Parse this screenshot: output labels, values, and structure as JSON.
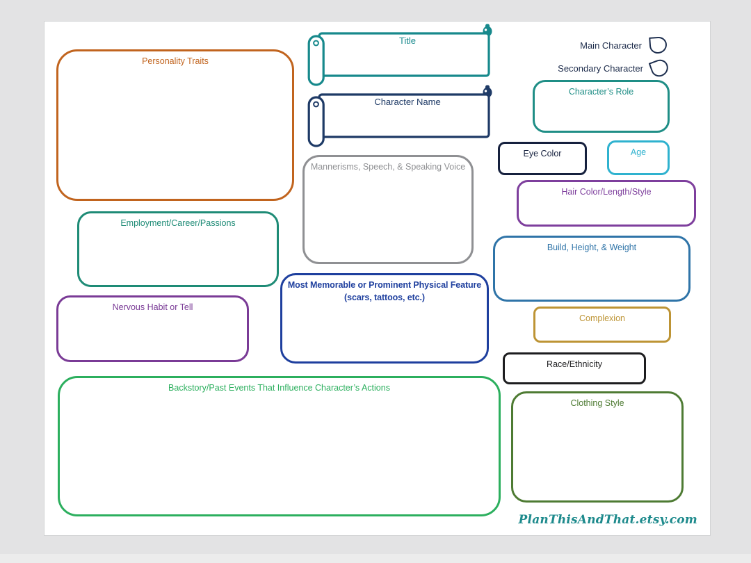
{
  "page": {
    "background": "#e3e3e4",
    "sheet_color": "#ffffff"
  },
  "banners": {
    "title": {
      "label": "Title",
      "color": "#17898c"
    },
    "character_name": {
      "label": "Character Name",
      "color": "#1e3a66"
    }
  },
  "legend": {
    "shape_color": "#1e2f4f",
    "text_color": "#1c2b4a",
    "main": {
      "label": "Main Character"
    },
    "secondary": {
      "label": "Secondary Character"
    }
  },
  "boxes": {
    "personality": {
      "label": "Personality Traits",
      "color": "#c1641e"
    },
    "role": {
      "label": "Character’s Role",
      "color": "#1f8e86"
    },
    "eye_color": {
      "label": "Eye Color",
      "color": "#16213e"
    },
    "age": {
      "label": "Age",
      "color": "#2fb2cf"
    },
    "hair": {
      "label": "Hair Color/Length/Style",
      "color": "#7e3f9d"
    },
    "mannerisms": {
      "label": "Mannerisms, Speech, & Speaking Voice",
      "color": "#8f9093"
    },
    "employment": {
      "label": "Employment/Career/Passions",
      "color": "#1e8b76"
    },
    "build": {
      "label": "Build, Height, & Weight",
      "color": "#2f74a8"
    },
    "memorable": {
      "label": "Most Memorable or Prominent Physical Feature",
      "sublabel": "(scars, tattoos, etc.)",
      "color": "#1e3f9e"
    },
    "nervous": {
      "label": "Nervous Habit or Tell",
      "color": "#7a3b96"
    },
    "complexion": {
      "label": "Complexion",
      "color": "#bd9435"
    },
    "race": {
      "label": "Race/Ethnicity",
      "color": "#1d1d1f"
    },
    "backstory": {
      "label": "Backstory/Past Events That Influence Character’s Actions",
      "color": "#2caf5e"
    },
    "clothing": {
      "label": "Clothing Style",
      "color": "#4e7b33"
    }
  },
  "footer": {
    "watermark": "PlanThisAndThat.etsy.com",
    "color": "#1d8a8c"
  }
}
